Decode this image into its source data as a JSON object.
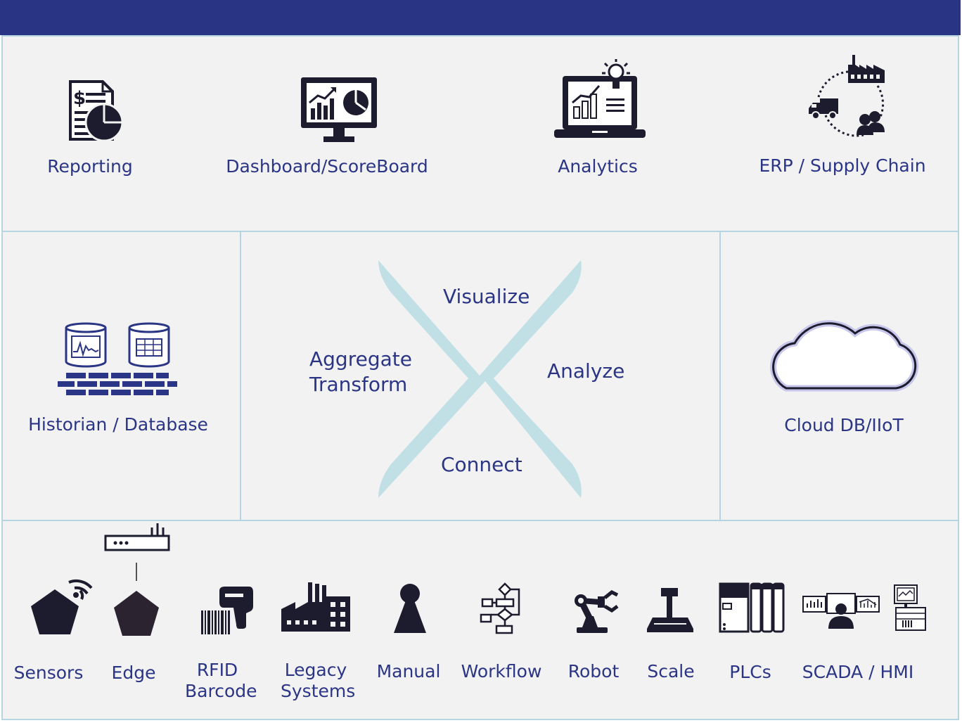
{
  "colors": {
    "header": "#293584",
    "text": "#2b3585",
    "panel": "#f2f2f2",
    "border": "#b6d5e2",
    "icon": "#1c1c2e",
    "x_shape": "#c0e0e6"
  },
  "top": [
    {
      "label": "Reporting",
      "icon": "report-document-icon"
    },
    {
      "label": "Dashboard/ScoreBoard",
      "icon": "dashboard-monitor-icon"
    },
    {
      "label": "Analytics",
      "icon": "analytics-laptop-icon"
    },
    {
      "label": "ERP / Supply Chain",
      "icon": "supply-chain-icon"
    }
  ],
  "middle": {
    "left": {
      "label": "Historian / Database",
      "icon": "database-wall-icon"
    },
    "center": {
      "visualize": "Visualize",
      "analyze": "Analyze",
      "connect": "Connect",
      "aggregate": "Aggregate",
      "transform": "Transform"
    },
    "right": {
      "label": "Cloud DB/IIoT",
      "icon": "cloud-icon"
    }
  },
  "bottom": [
    {
      "label": "Sensors",
      "icon": "sensor-icon"
    },
    {
      "label": "Edge",
      "icon": "edge-gateway-icon"
    },
    {
      "label": "RFID",
      "label2": "Barcode",
      "icon": "barcode-scanner-icon"
    },
    {
      "label": "Legacy",
      "label2": "Systems",
      "icon": "factory-icon"
    },
    {
      "label": "Manual",
      "icon": "person-icon"
    },
    {
      "label": "Workflow",
      "icon": "flowchart-icon"
    },
    {
      "label": "Robot",
      "icon": "robot-arm-icon"
    },
    {
      "label": "Scale",
      "icon": "scale-icon"
    },
    {
      "label": "PLCs",
      "icon": "plc-icon"
    },
    {
      "label": "SCADA / HMI",
      "icon": "scada-hmi-icon"
    }
  ]
}
